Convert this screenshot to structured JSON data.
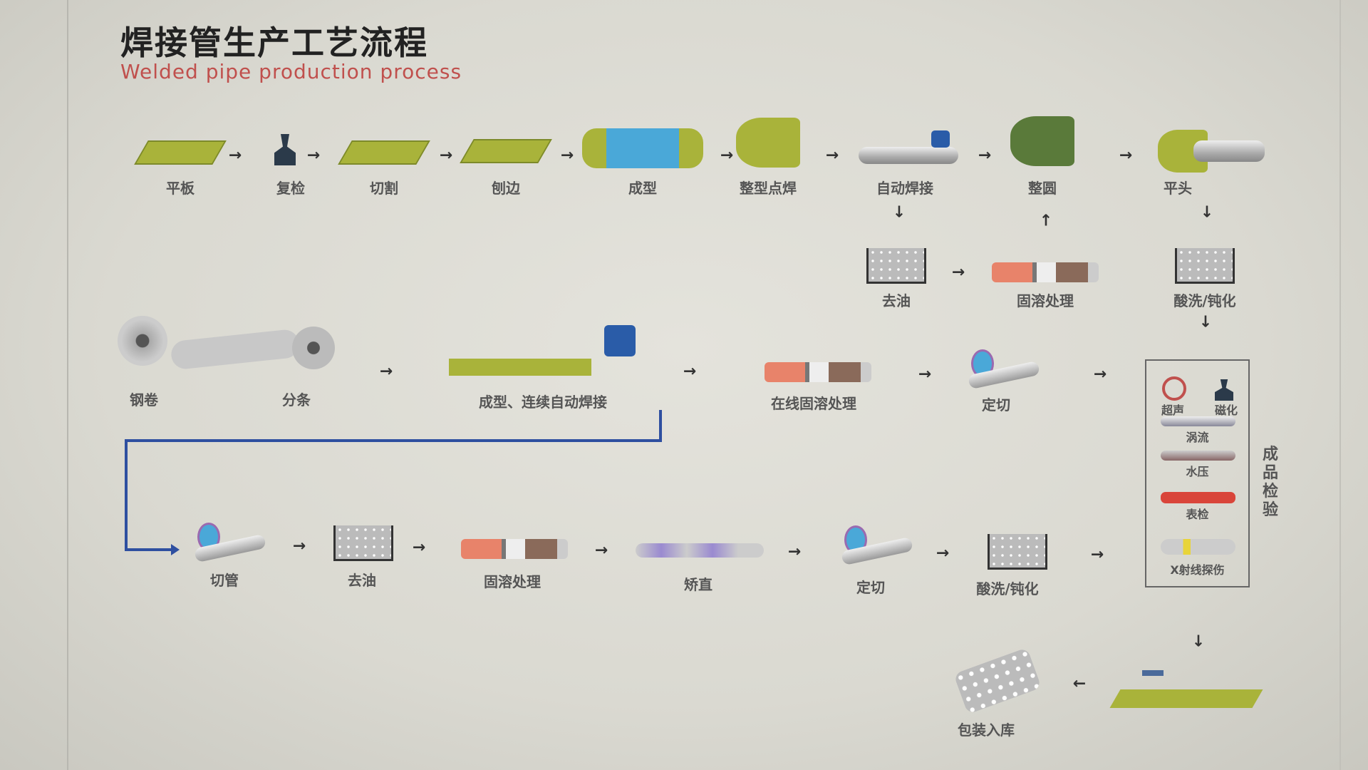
{
  "title": "焊接管生产工艺流程",
  "subtitle": "Welded pipe production process",
  "row1": [
    "平板",
    "复检",
    "切割",
    "刨边",
    "成型",
    "整型点焊",
    "自动焊接",
    "整圆",
    "平头"
  ],
  "row2": [
    "去油",
    "固溶处理",
    "酸洗/钝化"
  ],
  "row3": [
    "钢卷",
    "分条",
    "成型、连续自动焊接",
    "在线固溶处理",
    "定切"
  ],
  "row4": [
    "切管",
    "去油",
    "固溶处理",
    "矫直",
    "定切",
    "酸洗/钝化"
  ],
  "inspection": {
    "title": "成品检验",
    "items": [
      "超声",
      "磁化",
      "涡流",
      "水压",
      "表检",
      "X射线探伤"
    ]
  },
  "final": "包装入库",
  "colors": {
    "flow_line": "#2e4fa0",
    "subtitle": "#c0504d",
    "plate": "#a9b33a"
  }
}
